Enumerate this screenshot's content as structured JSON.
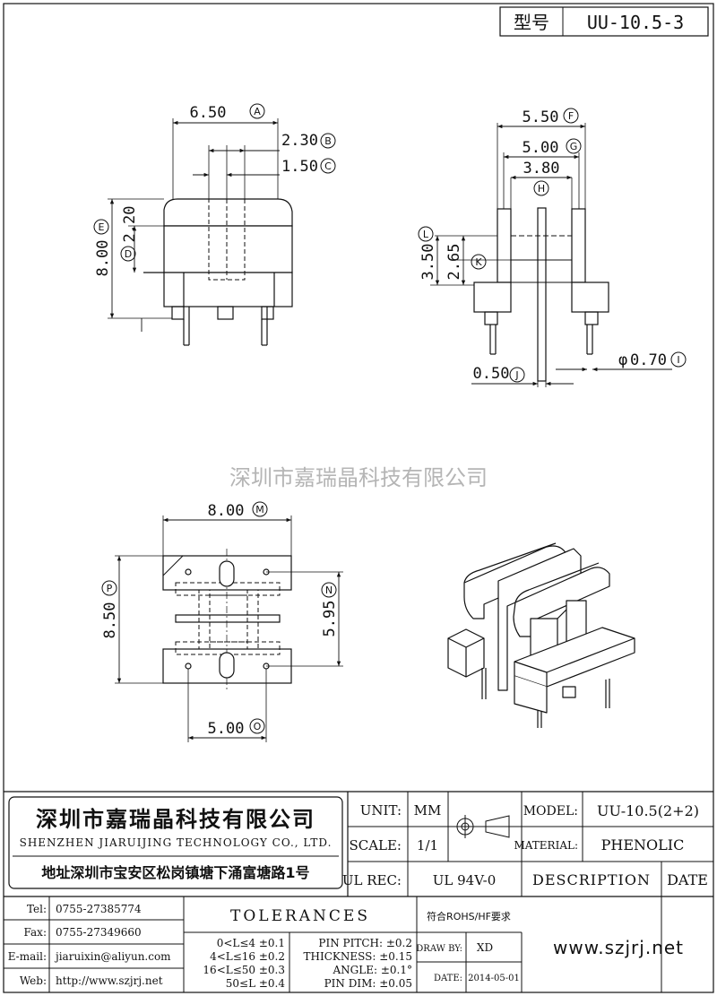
{
  "header": {
    "label": "型号",
    "model": "UU-10.5-3"
  },
  "watermark": "深圳市嘉瑞晶科技有限公司",
  "dimensions": {
    "A": "6.50",
    "B": "2.30",
    "C": "1.50",
    "D": "2.20",
    "E": "8.00",
    "F": "5.50",
    "G": "5.00",
    "H": "3.80",
    "I": "0.70",
    "J": "0.50",
    "K": "2.65",
    "L": "3.50",
    "M": "8.00",
    "N": "5.95",
    "O": "5.00",
    "P": "8.50",
    "phi": "φ"
  },
  "markers": [
    "A",
    "B",
    "C",
    "D",
    "E",
    "F",
    "G",
    "H",
    "I",
    "J",
    "K",
    "L",
    "M",
    "N",
    "O",
    "P"
  ],
  "company": {
    "name_cn": "深圳市嘉瑞晶科技有限公司",
    "name_en": "SHENZHEN JIARUIJING TECHNOLOGY CO., LTD.",
    "address": "地址深圳市宝安区松岗镇塘下涌富塘路1号"
  },
  "title_block": {
    "unit_label": "UNIT:",
    "unit_value": "MM",
    "scale_label": "SCALE:",
    "scale_value": "1/1",
    "ulrec_label": "UL REC:",
    "ulrec_value": "UL 94V-0",
    "model_label": "MODEL:",
    "model_value": "UU-10.5(2+2)",
    "material_label": "MATERIAL:",
    "material_value": "PHENOLIC",
    "description_label": "DESCRIPTION",
    "date_header": "DATE",
    "tel_label": "Tel:",
    "tel_value": "0755-27385774",
    "fax_label": "Fax:",
    "fax_value": "0755-27349660",
    "email_label": "E-mail:",
    "email_value": "jiaruixin@aliyun.com",
    "web_label": "Web:",
    "web_value": "http://www.szjrj.net",
    "tolerances_title": "TOLERANCES",
    "tol_rows": [
      "0<L≤4  ±0.1",
      "4<L≤16  ±0.2",
      "16<L≤50  ±0.3",
      "50≤L  ±0.4"
    ],
    "pin_rows": [
      "PIN PITCH: ±0.2",
      "THICKNESS: ±0.15",
      "ANGLE: ±0.1°",
      "PIN DIM: ±0.05"
    ],
    "rohs": "符合ROHS/HF要求",
    "drawby_label": "DRAW BY:",
    "drawby_value": "XD",
    "date_label": "DATE:",
    "date_value": "2014-05-01",
    "website": "www.szjrj.net"
  }
}
